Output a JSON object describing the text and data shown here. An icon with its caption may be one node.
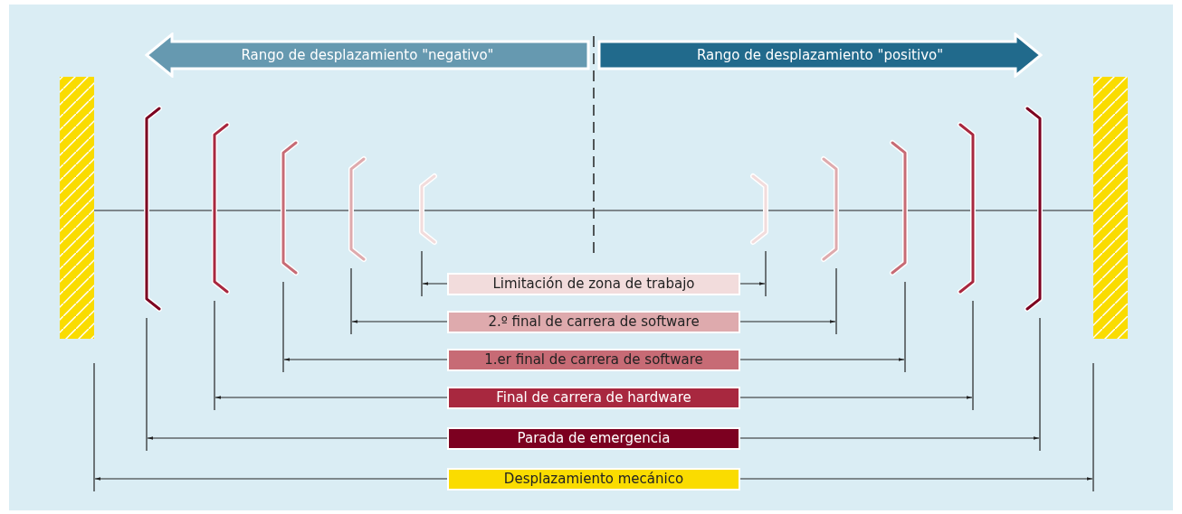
{
  "diagram": {
    "nodes": [
      {
        "text": [
          "Rango de desplazamiento \"negativo\""
        ]
      },
      {
        "text": [
          "Rango de desplazamiento \"positivo\""
        ]
      },
      {
        "text": [
          "Limitación de zona de trabajo"
        ]
      },
      {
        "text": [
          "2.º final de carrera de software"
        ]
      },
      {
        "text": [
          "1.er final de carrera de software"
        ]
      },
      {
        "text": [
          "Final de carrera de hardware"
        ]
      },
      {
        "text": [
          "Parada de emergencia"
        ]
      },
      {
        "text": [
          "Desplazamiento mecánico"
        ]
      }
    ]
  }
}
